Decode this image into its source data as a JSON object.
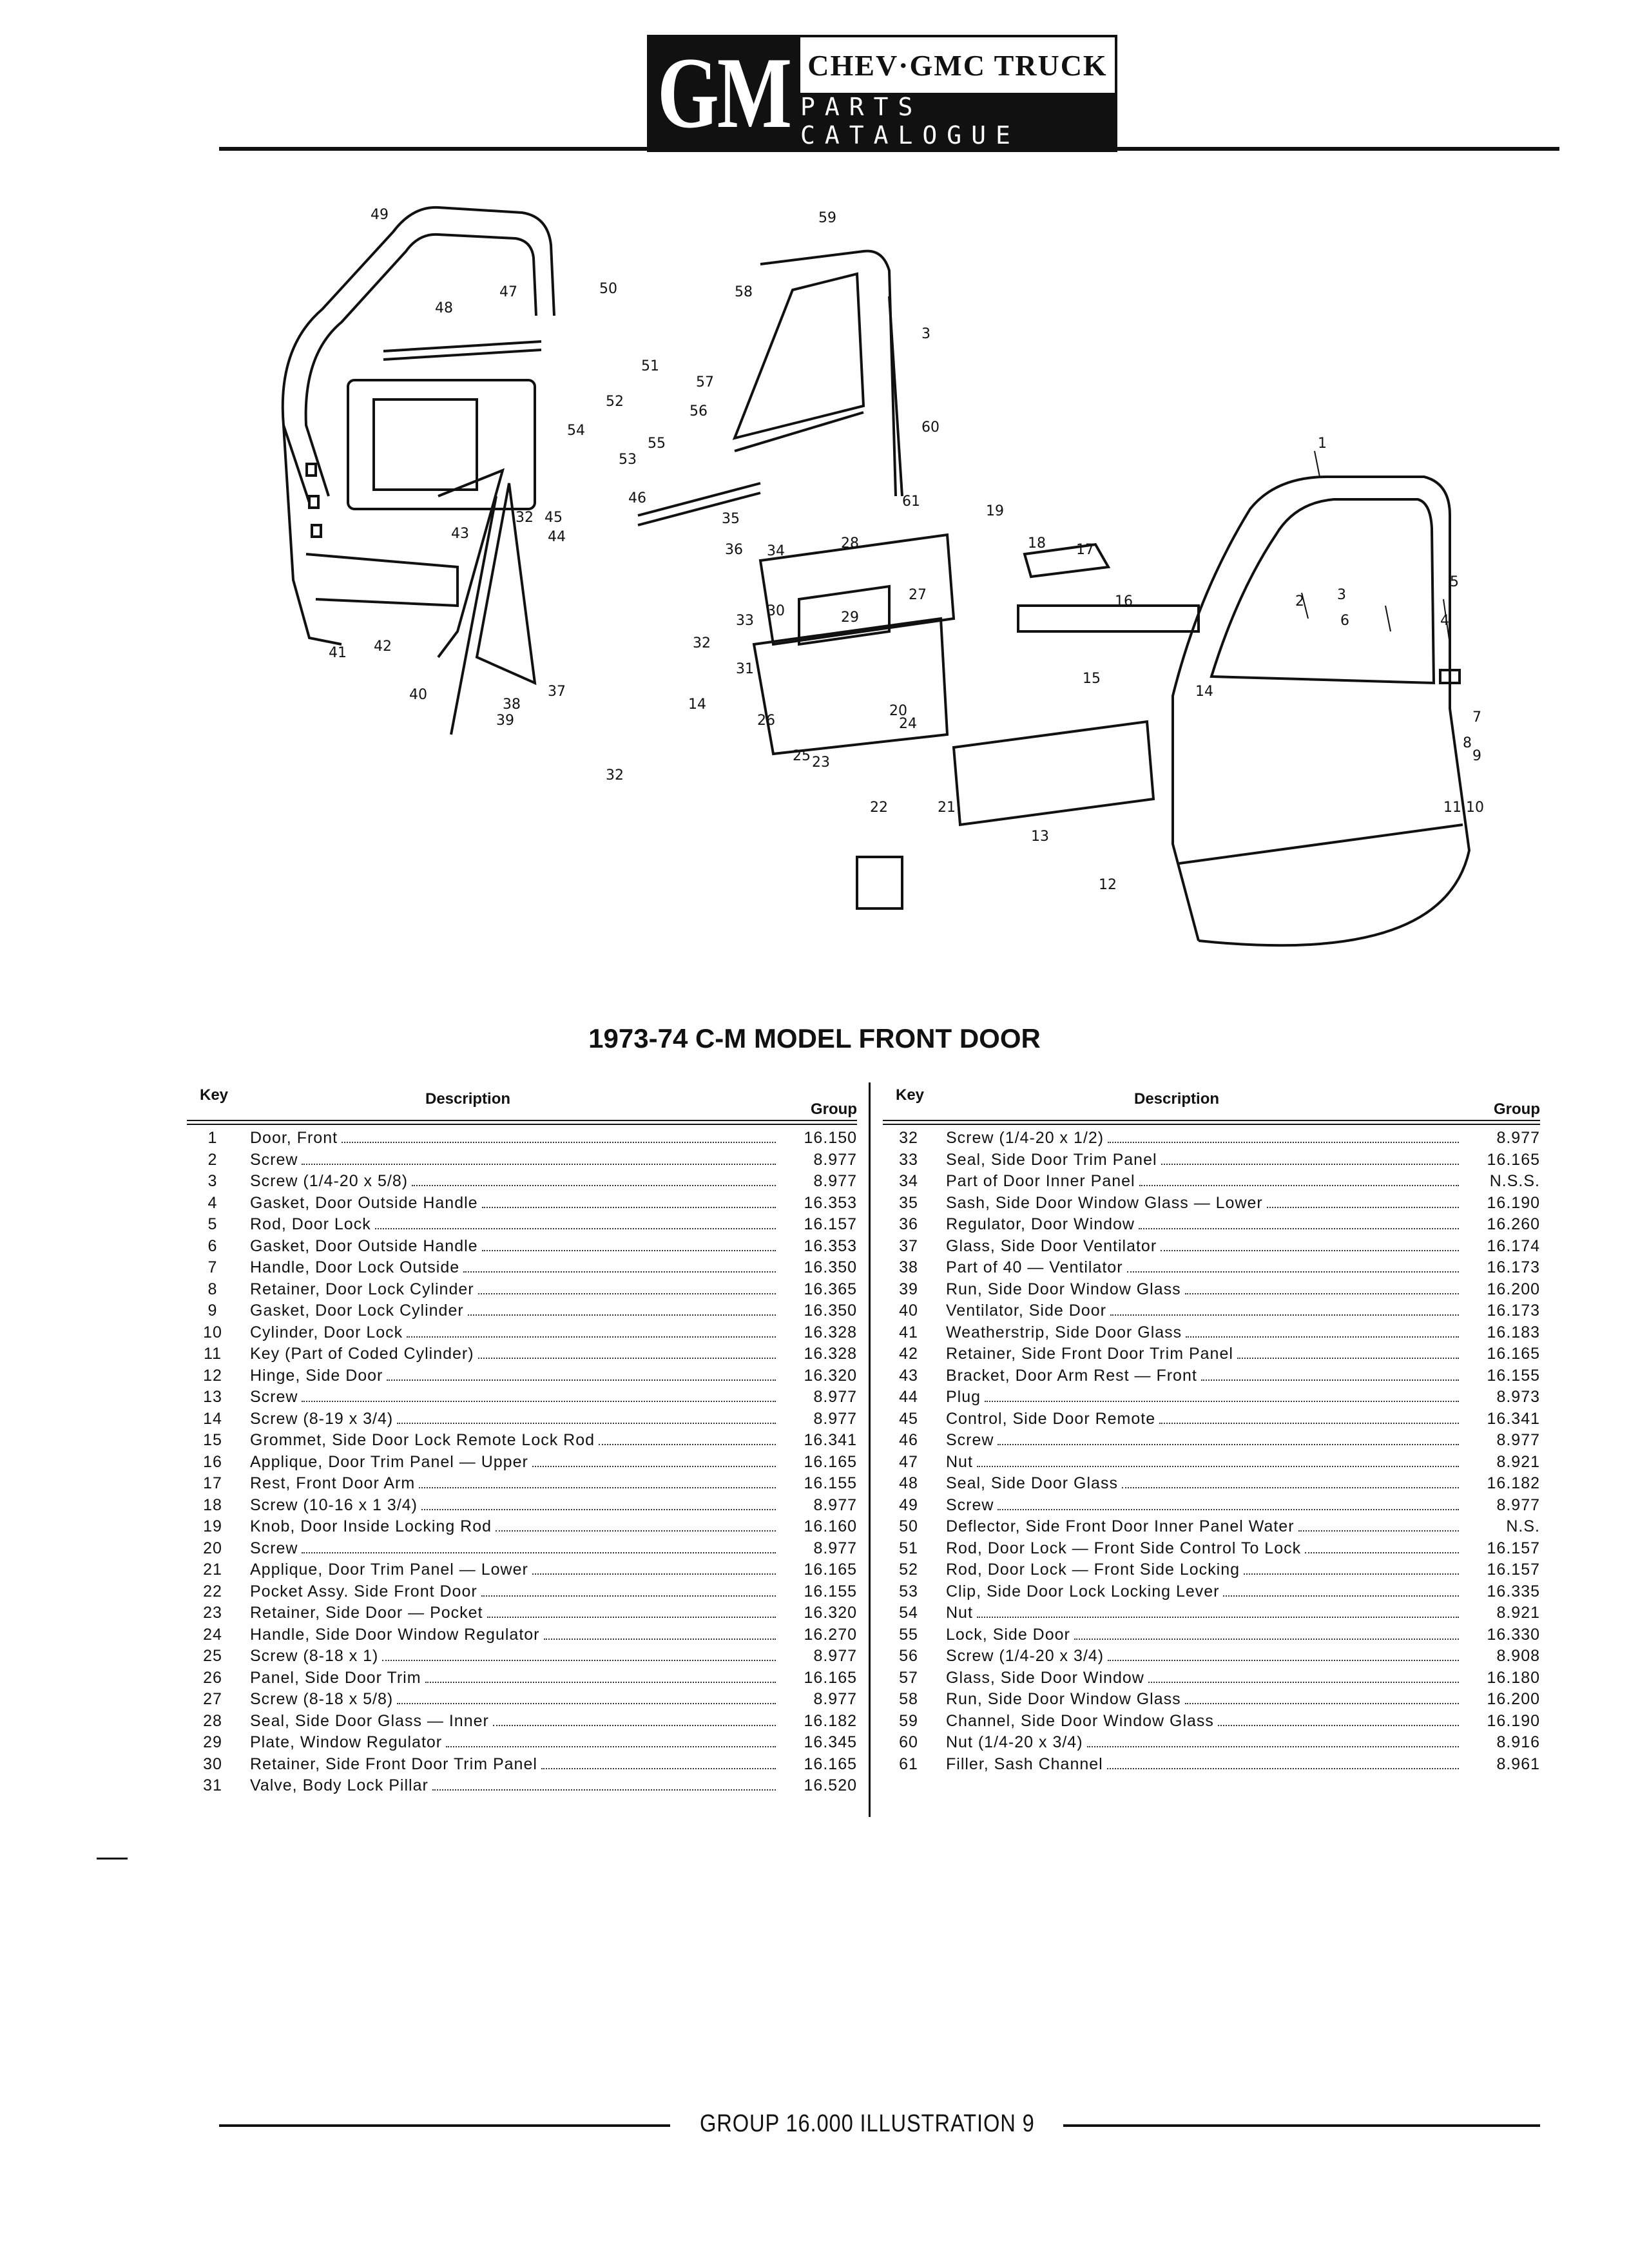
{
  "header": {
    "logo_mark": "GM",
    "logo_title": "CHEV·GMC TRUCK",
    "logo_subtitle": "PARTS CATALOGUE"
  },
  "diagram": {
    "callouts": [
      "1",
      "2",
      "3",
      "3",
      "4",
      "5",
      "6",
      "7",
      "8",
      "9",
      "10",
      "11",
      "12",
      "13",
      "14",
      "14",
      "15",
      "16",
      "17",
      "18",
      "19",
      "20",
      "21",
      "22",
      "23",
      "24",
      "25",
      "26",
      "27",
      "28",
      "29",
      "30",
      "31",
      "32",
      "32",
      "32",
      "33",
      "34",
      "35",
      "36",
      "37",
      "38",
      "39",
      "40",
      "41",
      "42",
      "43",
      "44",
      "45",
      "46",
      "47",
      "48",
      "49",
      "50",
      "51",
      "52",
      "53",
      "54",
      "55",
      "56",
      "57",
      "58",
      "59",
      "60",
      "61"
    ]
  },
  "title": "1973-74 C-M MODEL FRONT DOOR",
  "table_headers": {
    "key": "Key",
    "description": "Description",
    "group": "Group"
  },
  "parts_left": [
    {
      "key": "1",
      "desc": "Door, Front",
      "group": "16.150"
    },
    {
      "key": "2",
      "desc": "Screw",
      "group": "8.977"
    },
    {
      "key": "3",
      "desc": "Screw (1/4-20 x 5/8)",
      "group": "8.977"
    },
    {
      "key": "4",
      "desc": "Gasket, Door Outside Handle",
      "group": "16.353"
    },
    {
      "key": "5",
      "desc": "Rod, Door Lock",
      "group": "16.157"
    },
    {
      "key": "6",
      "desc": "Gasket, Door Outside Handle",
      "group": "16.353"
    },
    {
      "key": "7",
      "desc": "Handle, Door Lock Outside",
      "group": "16.350"
    },
    {
      "key": "8",
      "desc": "Retainer, Door Lock Cylinder",
      "group": "16.365"
    },
    {
      "key": "9",
      "desc": "Gasket, Door Lock Cylinder",
      "group": "16.350"
    },
    {
      "key": "10",
      "desc": "Cylinder, Door Lock",
      "group": "16.328"
    },
    {
      "key": "11",
      "desc": "Key (Part of Coded Cylinder)",
      "group": "16.328"
    },
    {
      "key": "12",
      "desc": "Hinge, Side Door",
      "group": "16.320"
    },
    {
      "key": "13",
      "desc": "Screw",
      "group": "8.977"
    },
    {
      "key": "14",
      "desc": "Screw (8-19 x 3/4)",
      "group": "8.977"
    },
    {
      "key": "15",
      "desc": "Grommet, Side Door Lock Remote Lock Rod",
      "group": "16.341"
    },
    {
      "key": "16",
      "desc": "Applique, Door Trim Panel — Upper",
      "group": "16.165"
    },
    {
      "key": "17",
      "desc": "Rest, Front Door Arm",
      "group": "16.155"
    },
    {
      "key": "18",
      "desc": "Screw (10-16 x 1 3/4)",
      "group": "8.977"
    },
    {
      "key": "19",
      "desc": "Knob, Door Inside Locking Rod",
      "group": "16.160"
    },
    {
      "key": "20",
      "desc": "Screw",
      "group": "8.977"
    },
    {
      "key": "21",
      "desc": "Applique, Door Trim Panel — Lower",
      "group": "16.165"
    },
    {
      "key": "22",
      "desc": "Pocket Assy. Side Front Door",
      "group": "16.155"
    },
    {
      "key": "23",
      "desc": "Retainer, Side Door — Pocket",
      "group": "16.320"
    },
    {
      "key": "24",
      "desc": "Handle, Side Door Window Regulator",
      "group": "16.270"
    },
    {
      "key": "25",
      "desc": "Screw (8-18 x 1)",
      "group": "8.977"
    },
    {
      "key": "26",
      "desc": "Panel, Side Door Trim",
      "group": "16.165"
    },
    {
      "key": "27",
      "desc": "Screw (8-18 x 5/8)",
      "group": "8.977"
    },
    {
      "key": "28",
      "desc": "Seal, Side Door Glass — Inner",
      "group": "16.182"
    },
    {
      "key": "29",
      "desc": "Plate, Window Regulator",
      "group": "16.345"
    },
    {
      "key": "30",
      "desc": "Retainer, Side Front Door Trim Panel",
      "group": "16.165"
    },
    {
      "key": "31",
      "desc": "Valve, Body Lock Pillar",
      "group": "16.520"
    }
  ],
  "parts_right": [
    {
      "key": "32",
      "desc": "Screw (1/4-20 x 1/2)",
      "group": "8.977"
    },
    {
      "key": "33",
      "desc": "Seal, Side Door Trim Panel",
      "group": "16.165"
    },
    {
      "key": "34",
      "desc": "Part of Door Inner Panel",
      "group": "N.S.S."
    },
    {
      "key": "35",
      "desc": "Sash, Side Door Window Glass — Lower",
      "group": "16.190"
    },
    {
      "key": "36",
      "desc": "Regulator, Door Window",
      "group": "16.260"
    },
    {
      "key": "37",
      "desc": "Glass, Side Door Ventilator",
      "group": "16.174"
    },
    {
      "key": "38",
      "desc": "Part of 40 — Ventilator",
      "group": "16.173"
    },
    {
      "key": "39",
      "desc": "Run, Side Door Window Glass",
      "group": "16.200"
    },
    {
      "key": "40",
      "desc": "Ventilator, Side Door",
      "group": "16.173"
    },
    {
      "key": "41",
      "desc": "Weatherstrip, Side Door Glass",
      "group": "16.183"
    },
    {
      "key": "42",
      "desc": "Retainer, Side Front Door Trim Panel",
      "group": "16.165"
    },
    {
      "key": "43",
      "desc": "Bracket, Door Arm Rest — Front",
      "group": "16.155"
    },
    {
      "key": "44",
      "desc": "Plug",
      "group": "8.973"
    },
    {
      "key": "45",
      "desc": "Control, Side Door Remote",
      "group": "16.341"
    },
    {
      "key": "46",
      "desc": "Screw",
      "group": "8.977"
    },
    {
      "key": "47",
      "desc": "Nut",
      "group": "8.921"
    },
    {
      "key": "48",
      "desc": "Seal, Side Door Glass",
      "group": "16.182"
    },
    {
      "key": "49",
      "desc": "Screw",
      "group": "8.977"
    },
    {
      "key": "50",
      "desc": "Deflector, Side Front Door Inner Panel Water",
      "group": "N.S."
    },
    {
      "key": "51",
      "desc": "Rod, Door Lock — Front Side Control To Lock",
      "group": "16.157"
    },
    {
      "key": "52",
      "desc": "Rod, Door Lock — Front Side Locking",
      "group": "16.157"
    },
    {
      "key": "53",
      "desc": "Clip, Side Door Lock Locking Lever",
      "group": "16.335"
    },
    {
      "key": "54",
      "desc": "Nut",
      "group": "8.921"
    },
    {
      "key": "55",
      "desc": "Lock, Side Door",
      "group": "16.330"
    },
    {
      "key": "56",
      "desc": "Screw (1/4-20 x 3/4)",
      "group": "8.908"
    },
    {
      "key": "57",
      "desc": "Glass, Side Door Window",
      "group": "16.180"
    },
    {
      "key": "58",
      "desc": "Run, Side Door Window Glass",
      "group": "16.200"
    },
    {
      "key": "59",
      "desc": "Channel, Side Door Window Glass",
      "group": "16.190"
    },
    {
      "key": "60",
      "desc": "Nut (1/4-20 x 3/4)",
      "group": "8.916"
    },
    {
      "key": "61",
      "desc": "Filler, Sash Channel",
      "group": "8.961"
    }
  ],
  "footer": {
    "text": "GROUP 16.000 ILLUSTRATION 9"
  }
}
